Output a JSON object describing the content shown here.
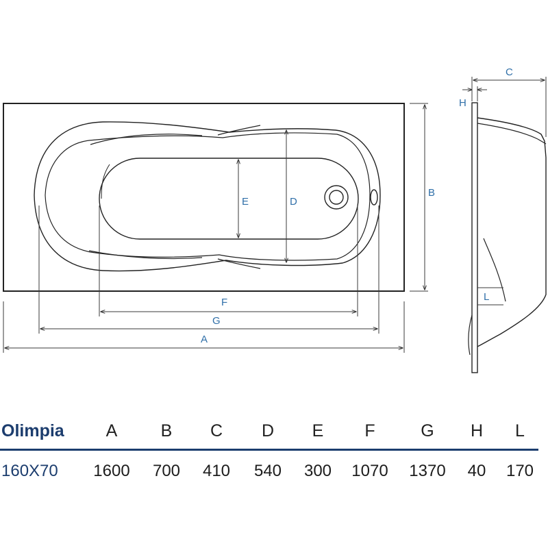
{
  "colors": {
    "outline": "#222222",
    "dimension": "#3a3a3a",
    "label": "#2f6fa8",
    "table_rule": "#1c3d6e",
    "model_text": "#1c3d6e"
  },
  "diagram": {
    "plan_labels": {
      "e": "E",
      "d": "D",
      "b": "B",
      "f": "F",
      "g": "G",
      "a": "A"
    },
    "side_labels": {
      "c": "C",
      "h": "H",
      "l": "L"
    }
  },
  "table": {
    "model_name": "Olimpia",
    "model_size": "160X70",
    "headers": [
      "A",
      "B",
      "C",
      "D",
      "E",
      "F",
      "G",
      "H",
      "L"
    ],
    "values": [
      "1600",
      "700",
      "410",
      "540",
      "300",
      "1070",
      "1370",
      "40",
      "170"
    ]
  }
}
